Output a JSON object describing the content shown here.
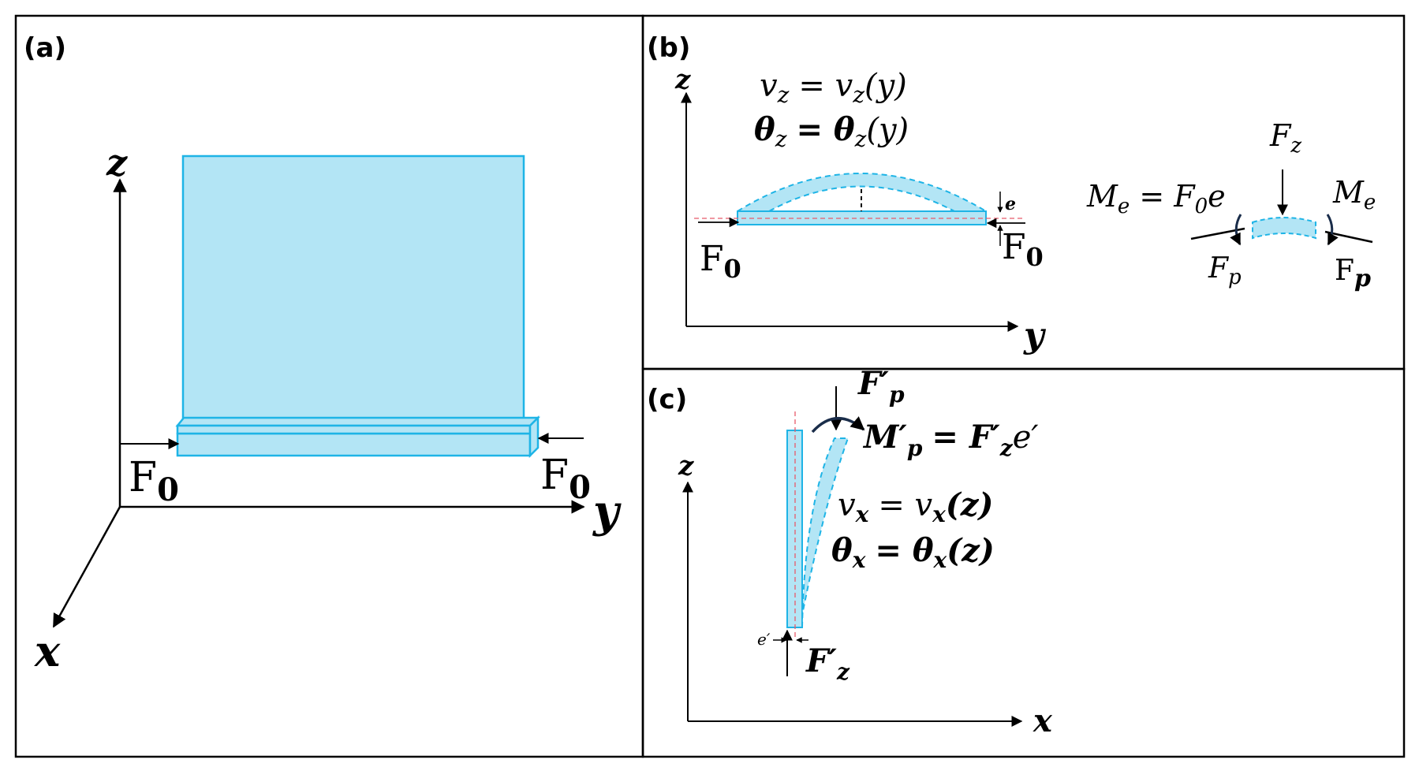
{
  "panels": {
    "a": {
      "label": "(a)",
      "axis_z": "z",
      "axis_y": "y",
      "axis_x": "x",
      "force_left": "F",
      "force_left_sub": "0",
      "force_right": "F",
      "force_right_sub": "0"
    },
    "b": {
      "label": "(b)",
      "axis_z": "z",
      "axis_y": "y",
      "eq_v_lhs": "v",
      "eq_v_sub": "z",
      "eq_v_rhs": "= v",
      "eq_v_rhs_sub": "z",
      "eq_v_arg": "(y)",
      "eq_theta_lhs": "θ",
      "eq_theta_sub": "z",
      "eq_theta_rhs": "= θ",
      "eq_theta_rhs_sub": "z",
      "eq_theta_arg": "(y)",
      "ecc": "e",
      "force_left": "F",
      "force_left_sub": "0",
      "force_right": "F",
      "force_right_sub": "0",
      "moment_lhs": "M",
      "moment_sub": "e",
      "moment_rhs": "= F",
      "moment_rhs_sub": "0",
      "moment_rhs_tail": "e",
      "force_z": "F",
      "force_z_sub": "z",
      "moment_right": "M",
      "moment_right_sub": "e",
      "fp_left": "F",
      "fp_left_sub": "p",
      "fp_right": "F",
      "fp_right_sub": "p"
    },
    "c": {
      "label": "(c)",
      "axis_z": "z",
      "axis_x": "x",
      "fp_top": "F′",
      "fp_top_sub": "p",
      "moment_lhs": "M′",
      "moment_sub": "p",
      "moment_rhs": "= F′",
      "moment_rhs_sub": "z",
      "moment_rhs_tail": "e′",
      "eq_v_lhs": "v",
      "eq_v_sub": "x",
      "eq_v_rhs": "= v",
      "eq_v_rhs_sub": "x",
      "eq_v_arg": "(z)",
      "eq_theta_lhs": "θ",
      "eq_theta_sub": "x",
      "eq_theta_rhs": "= θ",
      "eq_theta_rhs_sub": "x",
      "eq_theta_arg": "(z)",
      "ecc": "e′",
      "fz_bottom": "F′",
      "fz_bottom_sub": "z"
    }
  },
  "colors": {
    "plate_fill": "#b3e5f5",
    "plate_stroke": "#1eb4e6",
    "neutral_axis": "#e85a6a",
    "ink": "#000000"
  }
}
